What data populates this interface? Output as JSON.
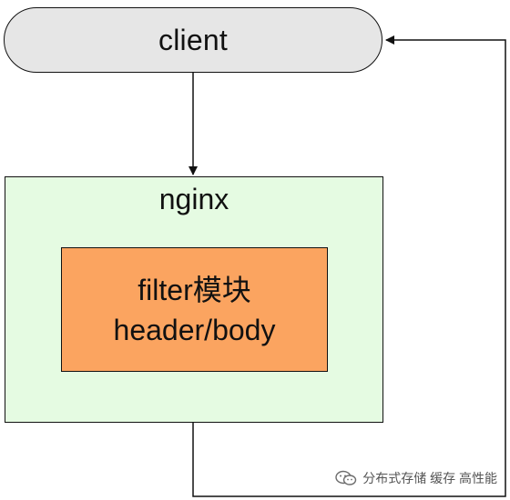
{
  "diagram": {
    "client": {
      "label": "client"
    },
    "nginx": {
      "label": "nginx"
    },
    "filter": {
      "line1": "filter模块",
      "line2": "header/body"
    }
  },
  "watermark": {
    "text": "分布式存储 缓存 高性能",
    "icon": "wechat-icon"
  },
  "colors": {
    "client_fill": "#e6e6e6",
    "nginx_fill": "#e5fbe2",
    "filter_fill": "#fba460",
    "stroke": "#111111"
  }
}
